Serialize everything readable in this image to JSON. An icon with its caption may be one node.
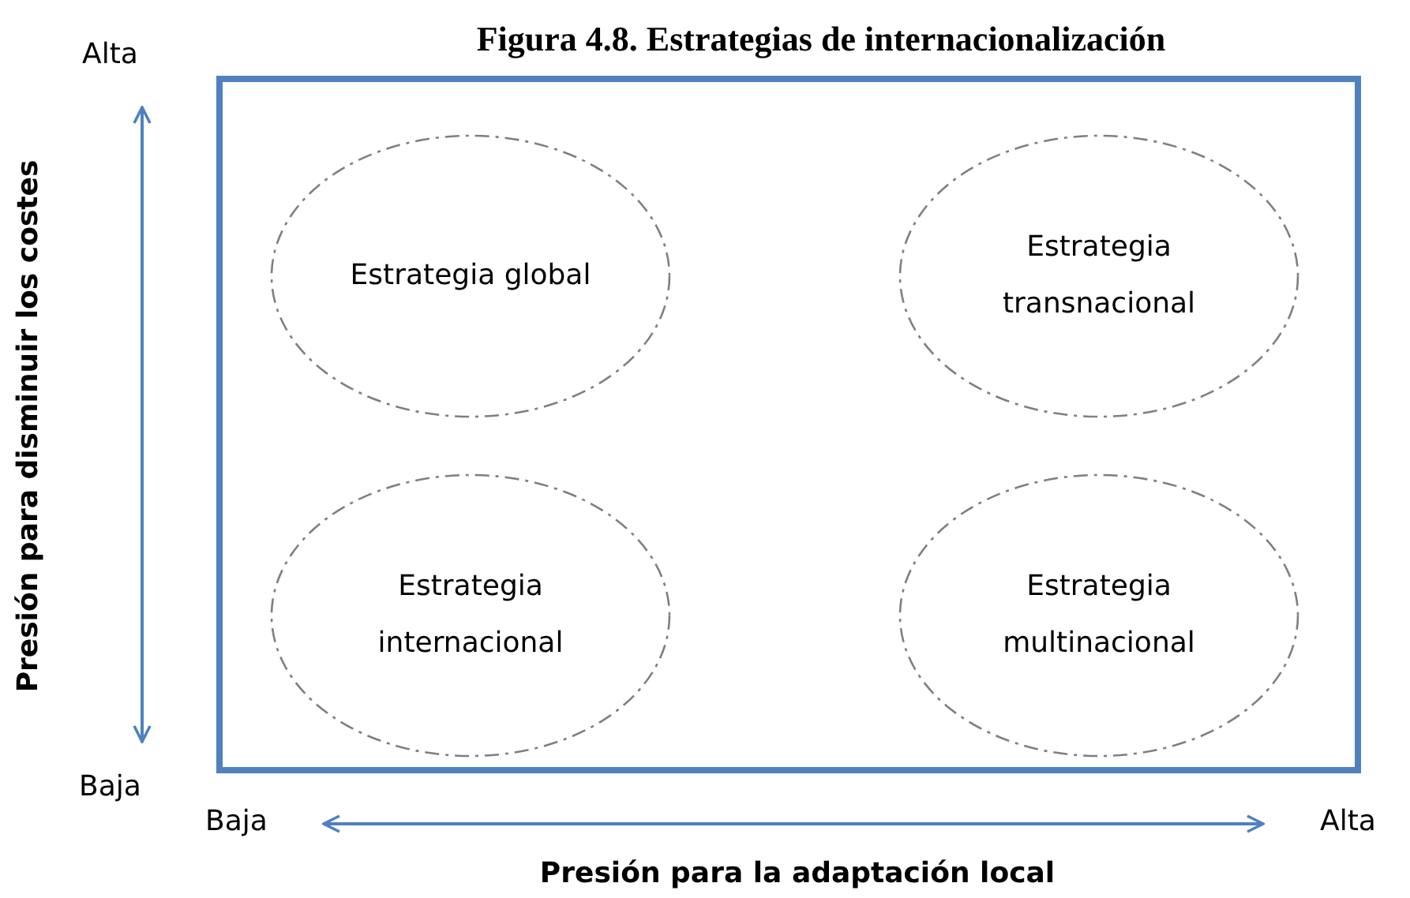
{
  "diagram": {
    "title": "Figura 4.8. Estrategias de internacionalización",
    "nodes": [
      {
        "text": [],
        "shape": "box"
      },
      {
        "text": [
          "Estrategia global"
        ],
        "in": 0
      },
      {
        "text": [
          "Estrategia transnacional"
        ],
        "in": 0
      },
      {
        "text": [
          "Estrategia internacional"
        ],
        "in": 0
      },
      {
        "text": [
          "Estrategia multinacional"
        ],
        "in": 0
      }
    ],
    "edges": [],
    "labels": [
      "Alta",
      "Presión para disminuir los costes",
      "Baja",
      "Baja",
      "Alta",
      "Presión para la adaptación local"
    ]
  }
}
